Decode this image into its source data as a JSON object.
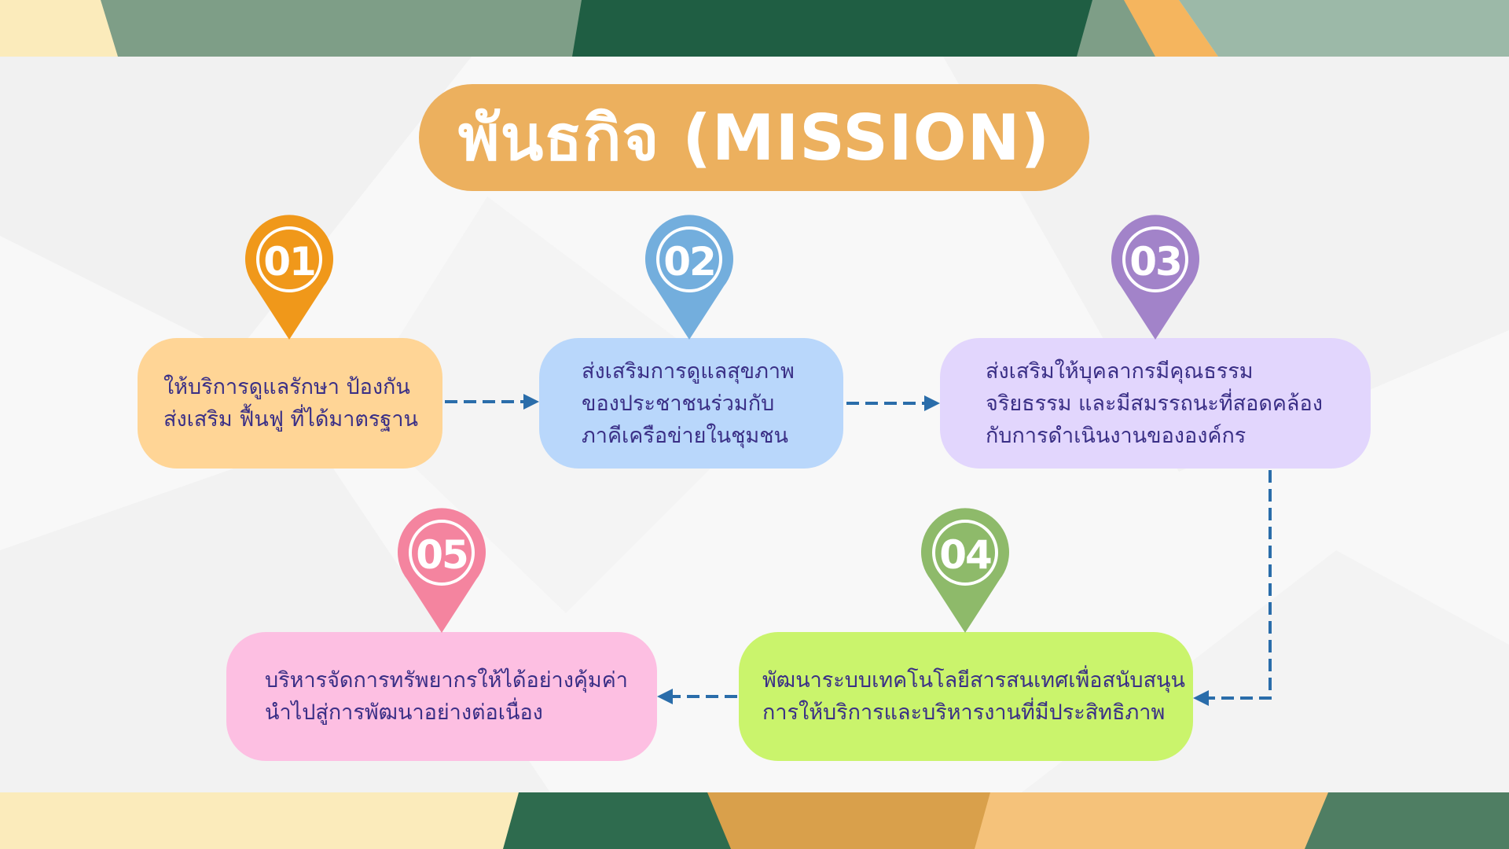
{
  "title": "พันธกิจ (MISSION)",
  "colors": {
    "title_bg": "#ECB05E",
    "arrow": "#2A6DAA",
    "dark_green": "#1F5E43",
    "sage": "#7E9E87",
    "orange_accent": "#F5B55E",
    "cream": "#FBEBBB"
  },
  "missions": [
    {
      "number": "01",
      "pin_color": "#F0981A",
      "box_color": "#FFD596",
      "lines": [
        "ให้บริการดูแลรักษา ป้องกัน",
        "ส่งเสริม ฟื้นฟู ที่ได้มาตรฐาน"
      ]
    },
    {
      "number": "02",
      "pin_color": "#73AEDD",
      "box_color": "#B9D7FB",
      "lines": [
        "ส่งเสริมการดูแลสุขภาพ",
        "ของประชาชนร่วมกับ",
        "ภาคีเครือข่ายในชุมชน"
      ]
    },
    {
      "number": "03",
      "pin_color": "#A283C9",
      "box_color": "#E2D6FD",
      "lines": [
        "ส่งเสริมให้บุคลากรมีคุณธรรม",
        "จริยธรรม และมีสมรรถนะที่สอดคล้อง",
        "กับการดำเนินงานขององค์กร"
      ]
    },
    {
      "number": "04",
      "pin_color": "#8EBA6A",
      "box_color": "#CAF46C",
      "lines": [
        "พัฒนาระบบเทคโนโลยีสารสนเทศเพื่อสนับสนุน",
        "การให้บริการและบริหารงานที่มีประสิทธิภาพ"
      ]
    },
    {
      "number": "05",
      "pin_color": "#F4849F",
      "box_color": "#FDBFE2",
      "lines": [
        "บริหารจัดการทรัพยากรให้ได้อย่างคุ้มค่า",
        "นำไปสู่การพัฒนาอย่างต่อเนื่อง"
      ]
    }
  ]
}
